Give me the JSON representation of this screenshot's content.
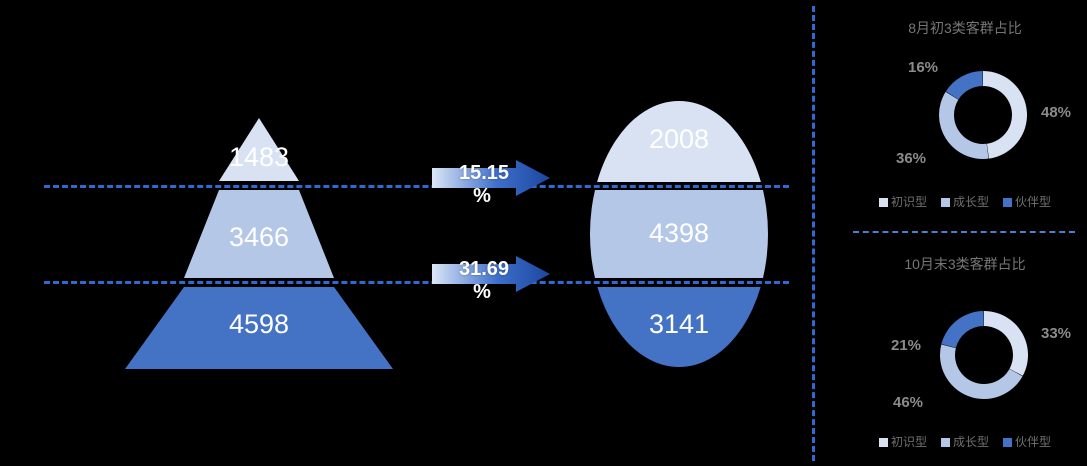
{
  "colors": {
    "background": "#000000",
    "tier_light": "#D9E2F3",
    "tier_mid": "#B4C7E7",
    "tier_dark": "#4472C4",
    "dash_line": "#2E6AD1",
    "dash_thin": "#4A7FD4",
    "arrow_dark": "#1F4CA8",
    "arrow_light": "#C9D9F2",
    "label_text": "#FFFFFF",
    "title_text": "#767676",
    "pct_text": "#8B8B8B",
    "legend_text": "#6F6F6F"
  },
  "funnel": {
    "source": {
      "name": "pyramid",
      "tiers": [
        {
          "label": "1483",
          "value": 1483,
          "color": "#D9E2F3"
        },
        {
          "label": "3466",
          "value": 3466,
          "color": "#B4C7E7"
        },
        {
          "label": "4598",
          "value": 4598,
          "color": "#4472C4"
        }
      ]
    },
    "target": {
      "name": "ellipse",
      "tiers": [
        {
          "label": "2008",
          "value": 2008,
          "color": "#D9E2F3"
        },
        {
          "label": "4398",
          "value": 4398,
          "color": "#B4C7E7"
        },
        {
          "label": "3141",
          "value": 3141,
          "color": "#4472C4"
        }
      ]
    },
    "arrows": [
      {
        "value": "15.15",
        "symbol": "%"
      },
      {
        "value": "31.69",
        "symbol": "%"
      }
    ]
  },
  "chart_data": [
    {
      "type": "pie",
      "title": "8月初3类客群占比",
      "categories": [
        "初识型",
        "成长型",
        "伙伴型"
      ],
      "values": [
        48,
        36,
        16
      ],
      "value_labels": [
        "48%",
        "36%",
        "16%"
      ],
      "colors": [
        "#D9E2F3",
        "#B4C7E7",
        "#4472C4"
      ],
      "legend_position": "bottom",
      "donut": true
    },
    {
      "type": "pie",
      "title": "10月末3类客群占比",
      "categories": [
        "初识型",
        "成长型",
        "伙伴型"
      ],
      "values": [
        33,
        46,
        21
      ],
      "value_labels": [
        "33%",
        "46%",
        "21%"
      ],
      "colors": [
        "#D9E2F3",
        "#B4C7E7",
        "#4472C4"
      ],
      "legend_position": "bottom",
      "donut": true
    }
  ]
}
